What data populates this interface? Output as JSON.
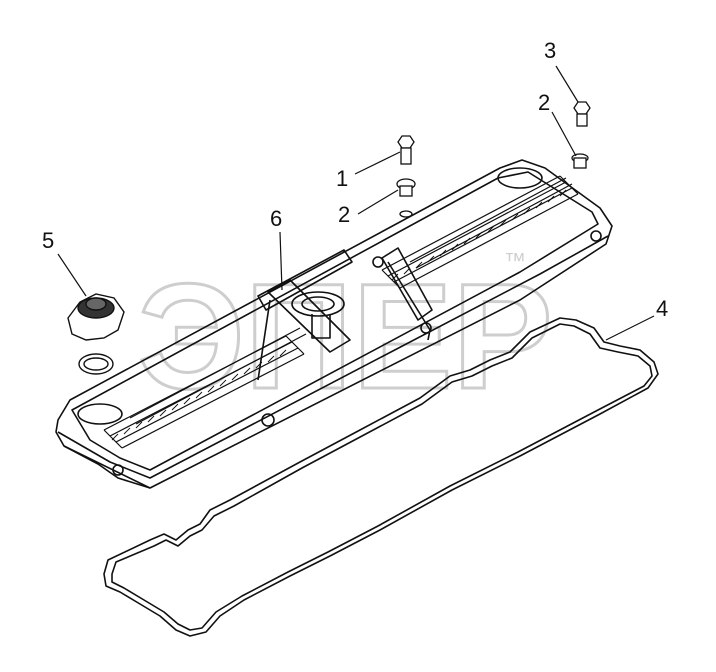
{
  "diagram": {
    "watermark": {
      "text": "ЭПЕР",
      "mark": "™"
    },
    "callouts": [
      {
        "id": "1",
        "label": "1"
      },
      {
        "id": "2a",
        "label": "2"
      },
      {
        "id": "2b",
        "label": "2"
      },
      {
        "id": "3",
        "label": "3"
      },
      {
        "id": "4",
        "label": "4"
      },
      {
        "id": "5",
        "label": "5"
      },
      {
        "id": "6",
        "label": "6"
      }
    ]
  }
}
